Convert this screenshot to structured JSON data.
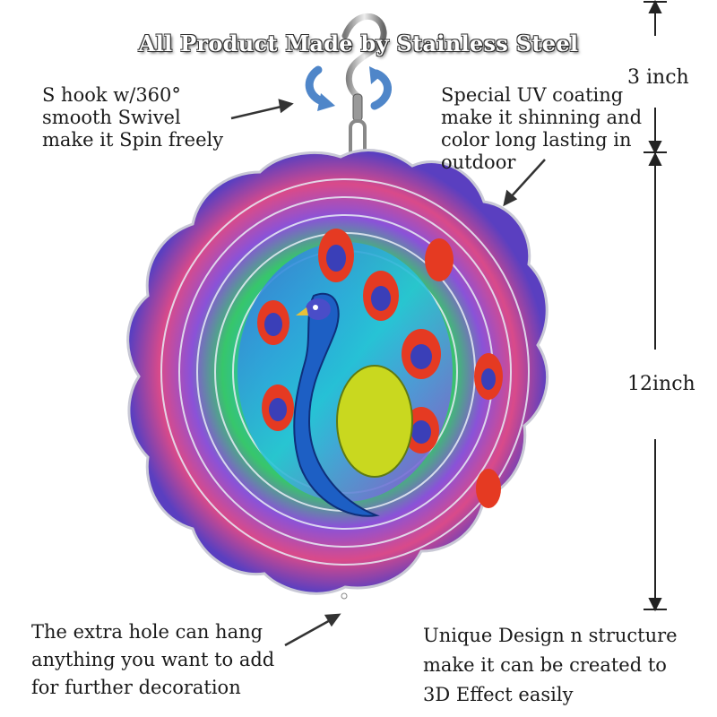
{
  "title": "All Product Made by Stainless Steel",
  "callouts": {
    "hook": [
      "S hook w/360°",
      "smooth Swivel",
      "make it Spin freely"
    ],
    "coating": [
      "Special UV coating",
      "make it shinning and",
      "color long lasting in",
      "outdoor"
    ],
    "hole": [
      "The extra hole can hang",
      "anything you want to add",
      "for further decoration"
    ],
    "design": [
      "Unique Design n structure",
      "make it can be created to",
      "3D Effect easily"
    ]
  },
  "dimensions": {
    "hook_height": "3 inch",
    "spinner_height": "12inch"
  },
  "colors": {
    "text": "#1a1a1a",
    "dimension_line": "#222222"
  }
}
